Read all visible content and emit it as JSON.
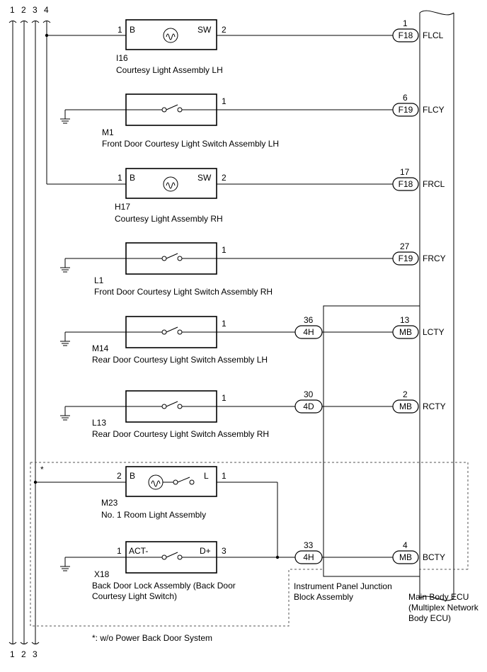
{
  "bus": {
    "top_numbers": [
      "1",
      "2",
      "3",
      "4"
    ],
    "bottom_numbers": [
      "1",
      "2",
      "3"
    ]
  },
  "components": [
    {
      "id": "I16",
      "name": "Courtesy Light Assembly LH",
      "pin_left": "1",
      "pin_right": "2",
      "term_left": "B",
      "term_right": "SW",
      "kind": "lamp"
    },
    {
      "id": "M1",
      "name": "Front Door Courtesy Light Switch Assembly LH",
      "pin_right": "1",
      "kind": "switch"
    },
    {
      "id": "H17",
      "name": "Courtesy Light Assembly RH",
      "pin_left": "1",
      "pin_right": "2",
      "term_left": "B",
      "term_right": "SW",
      "kind": "lamp"
    },
    {
      "id": "L1",
      "name": "Front Door Courtesy Light Switch Assembly RH",
      "pin_right": "1",
      "kind": "switch"
    },
    {
      "id": "M14",
      "name": "Rear Door Courtesy Light Switch Assembly LH",
      "pin_right": "1",
      "kind": "switch"
    },
    {
      "id": "L13",
      "name": "Rear Door Courtesy Light Switch Assembly RH",
      "pin_right": "1",
      "kind": "switch"
    },
    {
      "id": "M23",
      "name": "No. 1 Room Light Assembly",
      "pin_left": "2",
      "pin_right": "1",
      "term_left": "B",
      "term_right": "L",
      "kind": "lamp-switch"
    },
    {
      "id": "X18",
      "name_line1": "Back Door Lock Assembly (Back Door",
      "name_line2": "Courtesy Light Switch)",
      "pin_left": "1",
      "pin_right": "3",
      "term_left": "ACT-",
      "term_right": "D+",
      "kind": "switch"
    }
  ],
  "junction_connectors": [
    {
      "pin": "36",
      "connector": "4H"
    },
    {
      "pin": "30",
      "connector": "4D"
    },
    {
      "pin": "33",
      "connector": "4H"
    }
  ],
  "ecu_connectors": [
    {
      "pin": "1",
      "connector": "F18",
      "signal": "FLCL"
    },
    {
      "pin": "6",
      "connector": "F19",
      "signal": "FLCY"
    },
    {
      "pin": "17",
      "connector": "F18",
      "signal": "FRCL"
    },
    {
      "pin": "27",
      "connector": "F19",
      "signal": "FRCY"
    },
    {
      "pin": "13",
      "connector": "MB",
      "signal": "LCTY"
    },
    {
      "pin": "2",
      "connector": "MB",
      "signal": "RCTY"
    },
    {
      "pin": "4",
      "connector": "MB",
      "signal": "BCTY"
    }
  ],
  "junction_block": {
    "line1": "Instrument Panel Junction",
    "line2": "Block Assembly"
  },
  "ecu": {
    "line1": "Main Body ECU",
    "line2": "(Multiplex Network",
    "line3": "Body ECU)"
  },
  "option_marker": "*",
  "footnote": "*: w/o Power Back Door System"
}
